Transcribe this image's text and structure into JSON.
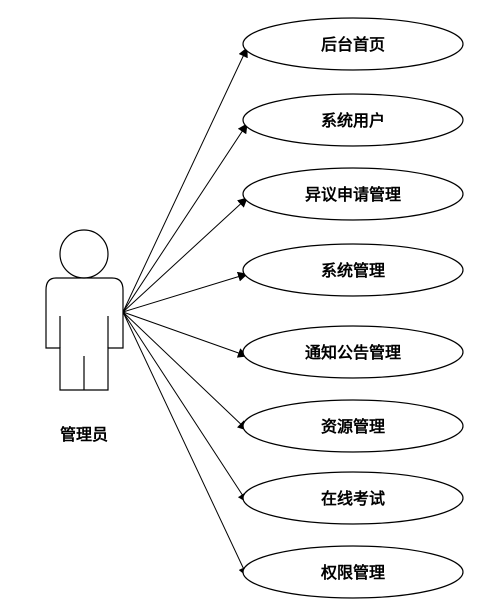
{
  "actor": {
    "label": "管理员"
  },
  "use_cases": [
    {
      "id": "home",
      "label": "后台首页"
    },
    {
      "id": "system-users",
      "label": "系统用户"
    },
    {
      "id": "objection-requests",
      "label": "异议申请管理"
    },
    {
      "id": "system-management",
      "label": "系统管理"
    },
    {
      "id": "notice-management",
      "label": "通知公告管理"
    },
    {
      "id": "resource-management",
      "label": "资源管理"
    },
    {
      "id": "online-exam",
      "label": "在线考试"
    },
    {
      "id": "permission-management",
      "label": "权限管理"
    }
  ],
  "colors": {
    "stroke": "#000000",
    "background": "#ffffff"
  }
}
